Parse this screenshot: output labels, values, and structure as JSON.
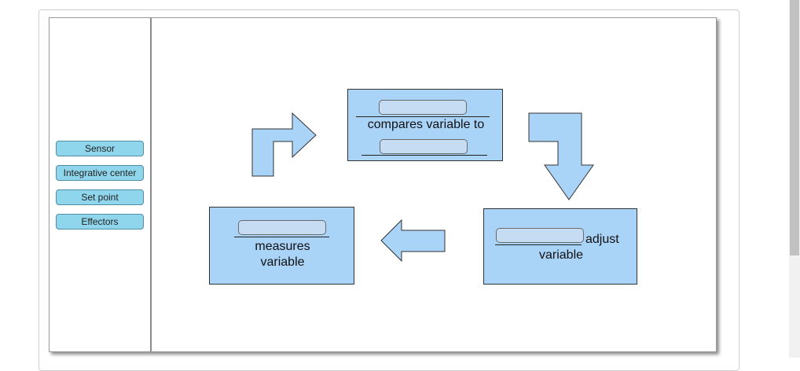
{
  "word_bank": {
    "chips": [
      "Sensor",
      "Integrative center",
      "Set point",
      "Effectors"
    ]
  },
  "diagram": {
    "top_box": {
      "label": "compares variable to"
    },
    "left_box": {
      "label_line1": "measures",
      "label_line2": "variable"
    },
    "right_box": {
      "label_suffix": "adjust",
      "label_line2": "variable"
    }
  },
  "colors": {
    "box_fill": "#aad3f8",
    "chip_fill": "#8fd6ec",
    "slot_fill": "#c5dcf3"
  }
}
